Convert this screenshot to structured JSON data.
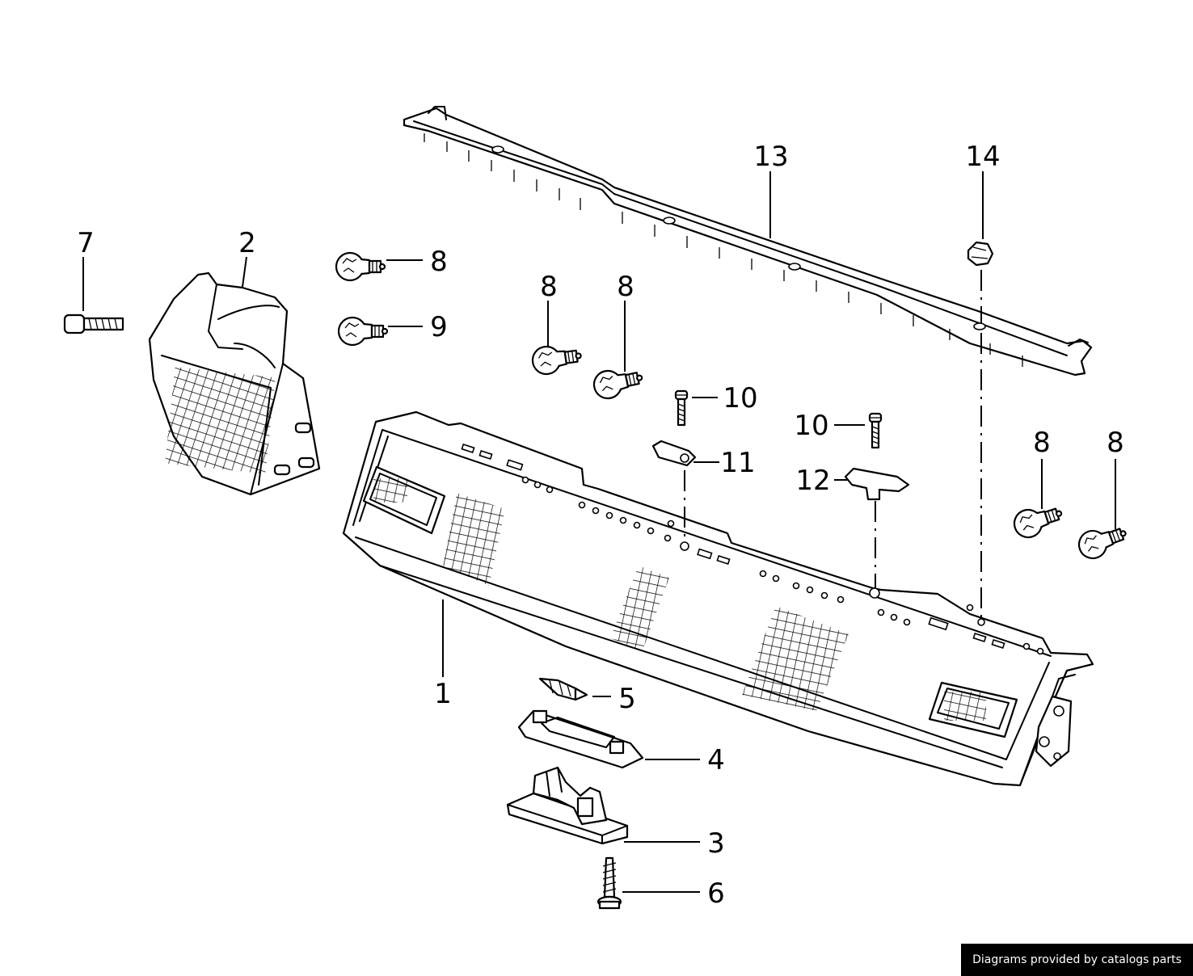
{
  "callouts": [
    {
      "id": "1",
      "label": "1"
    },
    {
      "id": "2",
      "label": "2"
    },
    {
      "id": "3",
      "label": "3"
    },
    {
      "id": "4",
      "label": "4"
    },
    {
      "id": "5",
      "label": "5"
    },
    {
      "id": "6",
      "label": "6"
    },
    {
      "id": "7",
      "label": "7"
    },
    {
      "id": "8a",
      "label": "8"
    },
    {
      "id": "8b",
      "label": "8"
    },
    {
      "id": "8c",
      "label": "8"
    },
    {
      "id": "8d",
      "label": "8"
    },
    {
      "id": "8e",
      "label": "8"
    },
    {
      "id": "9",
      "label": "9"
    },
    {
      "id": "10a",
      "label": "10"
    },
    {
      "id": "10b",
      "label": "10"
    },
    {
      "id": "11",
      "label": "11"
    },
    {
      "id": "12",
      "label": "12"
    },
    {
      "id": "13",
      "label": "13"
    },
    {
      "id": "14",
      "label": "14"
    }
  ],
  "footer": {
    "credit": "Diagrams provided by catalogs parts"
  }
}
